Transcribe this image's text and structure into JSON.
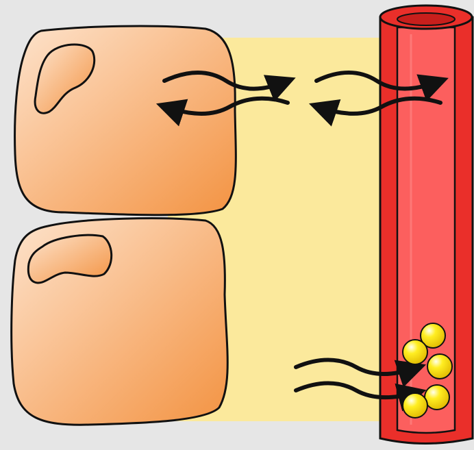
{
  "diagram": {
    "colors": {
      "background": "#e6e6e6",
      "interstitial_fluid": "#fbe99c",
      "cell_fill_light": "#fde3cc",
      "cell_fill_dark": "#f39342",
      "vessel_wall": "#ea2f2a",
      "vessel_lumen": "#fc5f5e",
      "molecule": "#ffee22",
      "outline": "#111111"
    },
    "elements": {
      "cells": 2,
      "blood_vessels": 1,
      "bidirectional_exchange_arrow_pairs": 2,
      "inflow_arrows": 2,
      "yellow_molecules": 5
    }
  }
}
